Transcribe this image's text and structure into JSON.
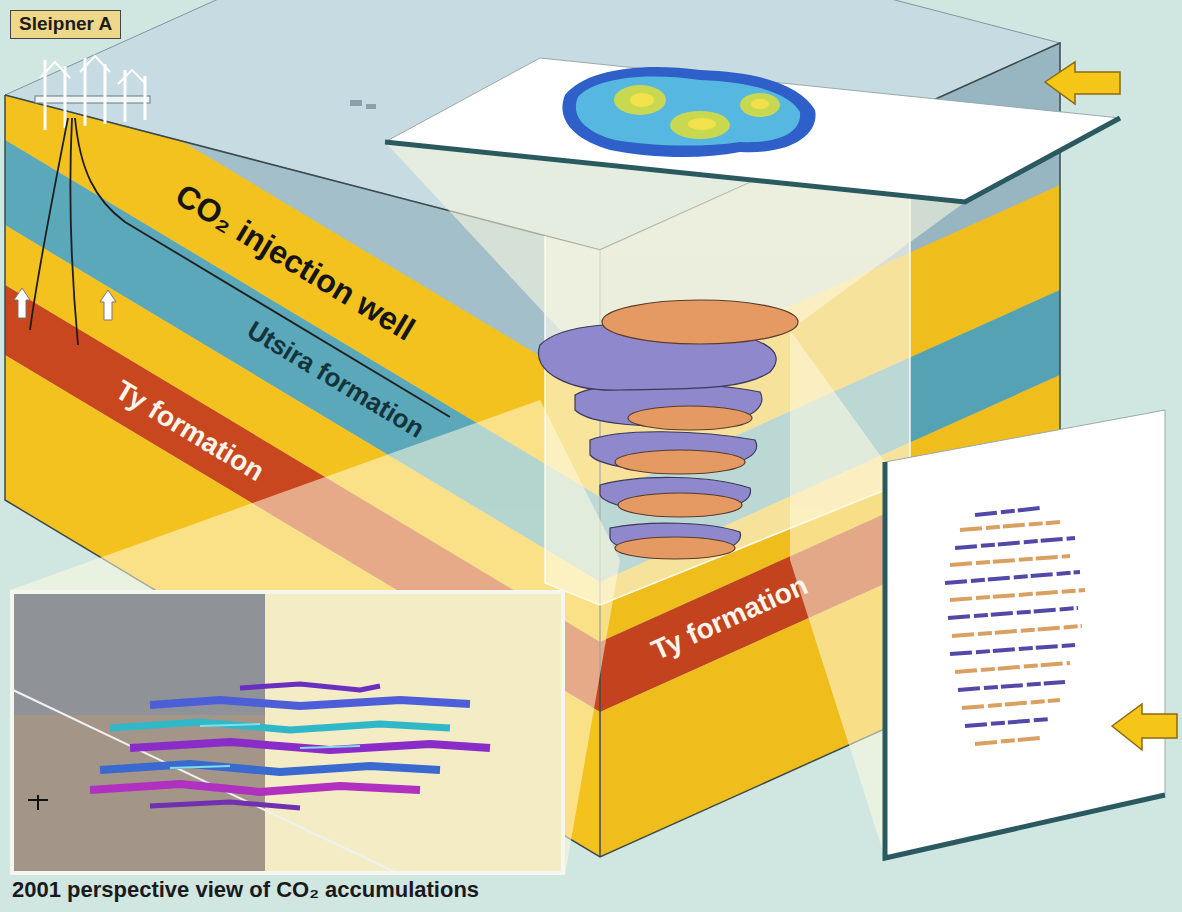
{
  "diagram": {
    "caption": "2001 perspective view of CO₂ accumulations",
    "nodes": [
      {
        "text": [
          "Sleipner A"
        ]
      }
    ],
    "labels": [
      "CO₂ injection well",
      "Utsira formation",
      "Ty formation",
      "Ty formation"
    ]
  }
}
